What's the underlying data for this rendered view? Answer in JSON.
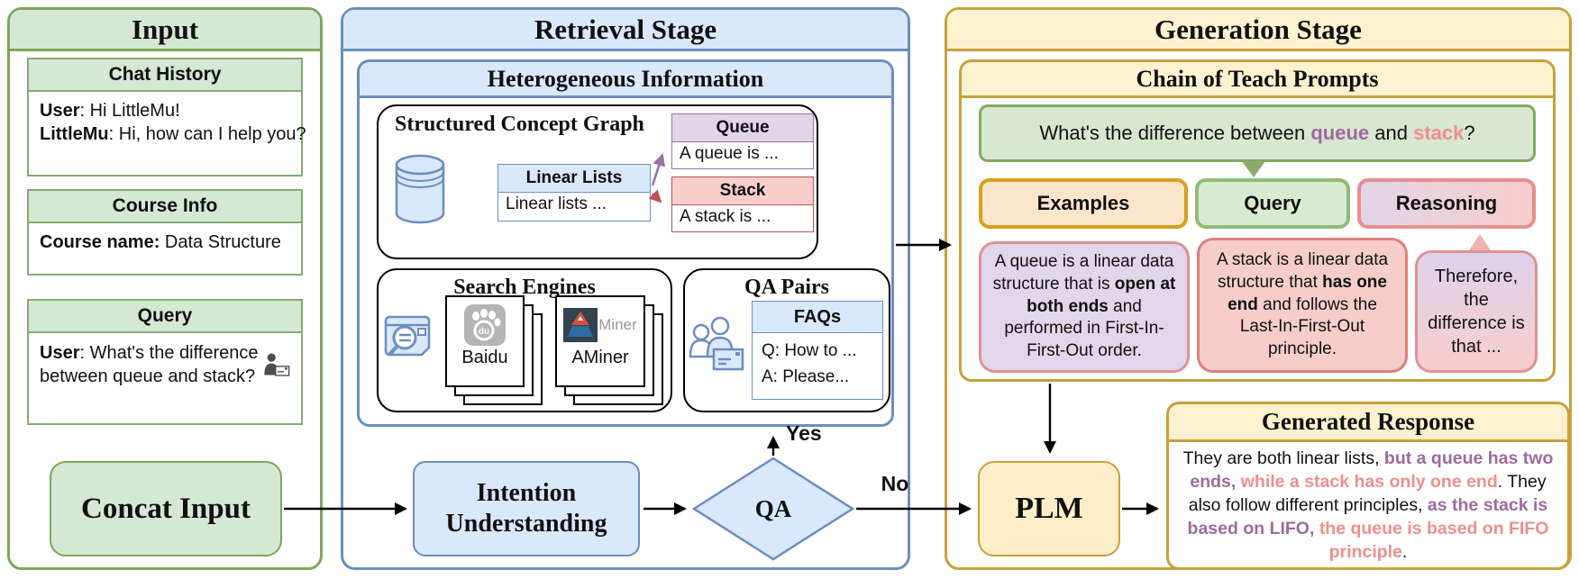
{
  "colors": {
    "green_fill": "#d5e8d4",
    "green_stroke": "#7fa65b",
    "blue_fill": "#dae8fc",
    "blue_stroke": "#6c8ebf",
    "yellow_fill": "#fdf2d0",
    "yellow_stroke": "#c7a13b",
    "purple_fill": "#e1d5e7",
    "purple_stroke": "#9673a6",
    "red_fill": "#f8cecc",
    "red_stroke": "#b85450",
    "orange_fill": "#fce5cd",
    "orange_stroke": "#d6a11c",
    "text_purple": "#9e6a9e",
    "text_pink": "#ef8e8e"
  },
  "input": {
    "title": "Input",
    "chat_history": {
      "title": "Chat History",
      "lines": [
        [
          {
            "t": "User",
            "s": "b"
          },
          {
            "t": ": Hi LittleMu!"
          }
        ],
        [
          {
            "t": "LittleMu",
            "s": "b"
          },
          {
            "t": ": Hi, how can I help you?"
          }
        ]
      ]
    },
    "course_info": {
      "title": "Course Info",
      "lines": [
        [
          {
            "t": "Course name:",
            "s": "b"
          },
          {
            "t": " Data Structure"
          }
        ]
      ]
    },
    "query": {
      "title": "Query",
      "lines": [
        [
          {
            "t": "User",
            "s": "b"
          },
          {
            "t": ": What's the difference"
          }
        ],
        [
          {
            "t": "between queue and stack?"
          }
        ]
      ]
    },
    "concat_label": "Concat Input"
  },
  "retrieval": {
    "title": "Retrieval Stage",
    "heterogeneous": {
      "title": "Heterogeneous Information"
    },
    "concept_graph": {
      "title": "Structured Concept Graph",
      "linear_lists": {
        "header": "Linear Lists",
        "body": "Linear lists ..."
      },
      "queue": {
        "header": "Queue",
        "body": "A queue is ..."
      },
      "stack": {
        "header": "Stack",
        "body": "A stack is ..."
      }
    },
    "search_engines": {
      "title": "Search Engines",
      "baidu_label": "Baidu",
      "baidu_logo_text": "du",
      "aminer_label": "AMiner",
      "aminer_logo_text": "Miner"
    },
    "qa_pairs": {
      "title": "QA Pairs",
      "faqs": {
        "header": "FAQs",
        "lines": [
          "Q: How to ...",
          "A: Please..."
        ]
      }
    },
    "intention_label": "Intention Understanding",
    "qa_decision_label": "QA",
    "yes_label": "Yes",
    "no_label": "No"
  },
  "generation": {
    "title": "Generation Stage",
    "chain": {
      "title": "Chain of Teach Prompts",
      "question": [
        {
          "t": "What's the difference between "
        },
        {
          "t": "queue",
          "s": "purple"
        },
        {
          "t": " and "
        },
        {
          "t": "stack",
          "s": "pink"
        },
        {
          "t": "?"
        }
      ],
      "examples_label": "Examples",
      "query_label": "Query",
      "reasoning_label": "Reasoning",
      "queue_prompt": [
        {
          "t": "A queue is a linear data structure that is "
        },
        {
          "t": "open at both ends",
          "s": "b"
        },
        {
          "t": " and performed in First-In-First-Out order."
        }
      ],
      "stack_prompt": [
        {
          "t": "A stack is a linear data structure that "
        },
        {
          "t": "has one end",
          "s": "b"
        },
        {
          "t": " and follows the Last-In-First-Out principle."
        }
      ],
      "reasoning_prompt": [
        {
          "t": "Therefore, the difference is that ..."
        }
      ]
    },
    "plm_label": "PLM",
    "generated_response": {
      "title": "Generated Response",
      "body": [
        {
          "t": "They are both linear lists, "
        },
        {
          "t": "but a queue has two ends,",
          "s": "purple"
        },
        {
          "t": " "
        },
        {
          "t": "while a stack has only one end",
          "s": "pink"
        },
        {
          "t": ". They also follow different principles, "
        },
        {
          "t": "as the stack is based on LIFO,",
          "s": "purple"
        },
        {
          "t": " "
        },
        {
          "t": "the queue is based on FIFO principle",
          "s": "pink"
        },
        {
          "t": "."
        }
      ]
    }
  },
  "icons": {
    "query_user": "person-mail-icon",
    "concept_db": "database-icon",
    "web_search": "web-search-icon",
    "qa_people": "people-icon",
    "baidu": "baidu-paw-logo",
    "aminer": "aminer-logo"
  }
}
